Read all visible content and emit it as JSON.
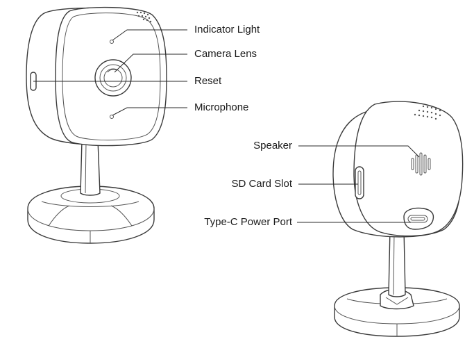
{
  "labels": {
    "indicator_light": "Indicator Light",
    "camera_lens": "Camera Lens",
    "reset": "Reset",
    "microphone": "Microphone",
    "speaker": "Speaker",
    "sd_card_slot": "SD Card Slot",
    "type_c_power_port": "Type-C Power Port"
  },
  "colors": {
    "line": "#2a2a2a",
    "text": "#1a1a1a",
    "background": "#ffffff"
  }
}
